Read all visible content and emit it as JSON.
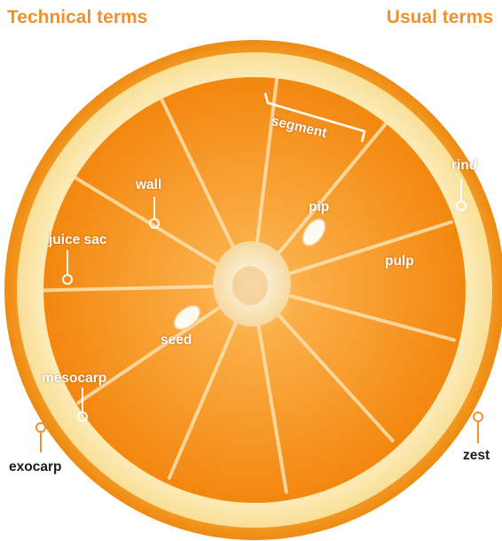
{
  "headings": {
    "technical": "Technical terms",
    "usual": "Usual terms"
  },
  "labels": {
    "segment": "segment",
    "wall": "wall",
    "pip": "pip",
    "juice_sac": "juice sac",
    "pulp": "pulp",
    "seed": "seed",
    "mesocarp": "mesocarp",
    "exocarp": "exocarp",
    "rind": "rind",
    "zest": "zest"
  },
  "colors": {
    "accent": "#f0912e",
    "peel": "#f39a1e",
    "pith": "#fbeab0",
    "flesh": "#f7931c",
    "flesh_light": "#fbb24a",
    "core": "#fdf3d6"
  }
}
